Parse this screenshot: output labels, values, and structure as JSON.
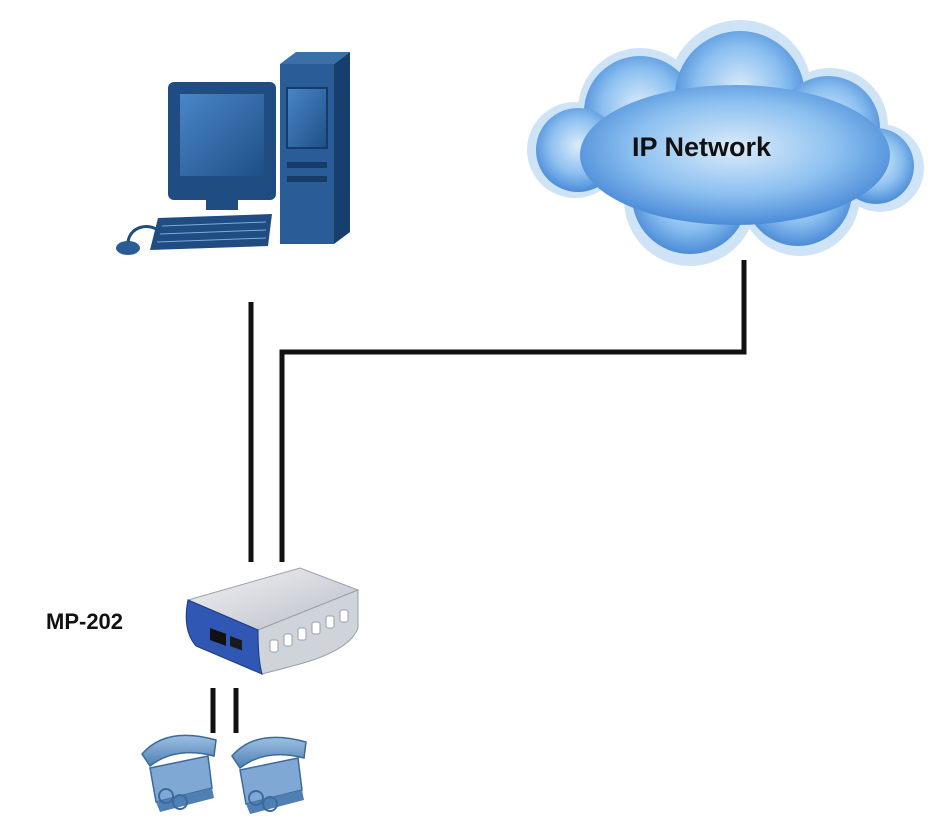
{
  "nodes": {
    "computer": {
      "icon": "desktop-computer-icon"
    },
    "network": {
      "label": "IP Network",
      "icon": "cloud-icon"
    },
    "gateway": {
      "label": "MP-202",
      "icon": "gateway-device-icon"
    },
    "phones": [
      {
        "icon": "telephone-icon"
      },
      {
        "icon": "telephone-icon"
      }
    ]
  },
  "links": [
    {
      "from": "computer",
      "to": "gateway"
    },
    {
      "from": "network",
      "to": "gateway"
    },
    {
      "from": "gateway",
      "to": "phones.0"
    },
    {
      "from": "gateway",
      "to": "phones.1"
    }
  ],
  "colors": {
    "cloud": "#5b9be0",
    "computer": "#2a5d97",
    "device_body": "#d9dde4",
    "device_panel": "#2f57b3",
    "phone": "#6e9bc9",
    "link": "#111111"
  }
}
